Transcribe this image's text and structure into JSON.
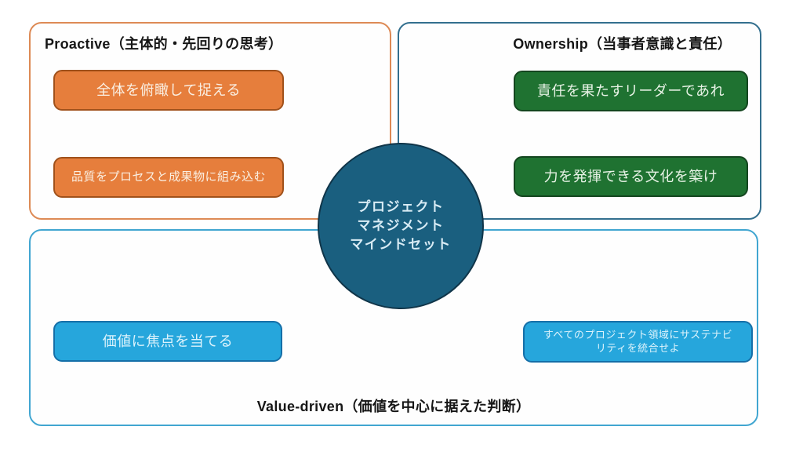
{
  "center_circle": {
    "lines": [
      "プロジェクト",
      "マネジメント",
      "マインドセット"
    ],
    "fill_color": "#1a5f7f",
    "border_color": "#103549",
    "text_color": "#d9ecf5"
  },
  "panels": {
    "proactive": {
      "title": "Proactive（主体的・先回りの思考）",
      "border_color": "#dd8a55",
      "items": [
        {
          "label": "全体を俯瞰して捉える",
          "fill_color": "#e67e3c",
          "border_color": "#a0511b"
        },
        {
          "label": "品質をプロセスと成果物に組み込む",
          "fill_color": "#e67e3c",
          "border_color": "#a0511b"
        }
      ]
    },
    "ownership": {
      "title": "Ownership（当事者意識と責任）",
      "border_color": "#336f8e",
      "items": [
        {
          "label": "責任を果たすリーダーであれ",
          "fill_color": "#1f7231",
          "border_color": "#14461f"
        },
        {
          "label": "力を発揮できる文化を築け",
          "fill_color": "#1f7231",
          "border_color": "#14461f"
        }
      ]
    },
    "value_driven": {
      "title": "Value-driven（価値を中心に据えた判断）",
      "border_color": "#41a6d1",
      "items": [
        {
          "label": "価値に焦点を当てる",
          "fill_color": "#26a6dc",
          "border_color": "#156fa8"
        },
        {
          "label": "すべてのプロジェクト領域にサステナビ\nリティを統合せよ",
          "fill_color": "#26a6dc",
          "border_color": "#156fa8"
        }
      ]
    }
  }
}
